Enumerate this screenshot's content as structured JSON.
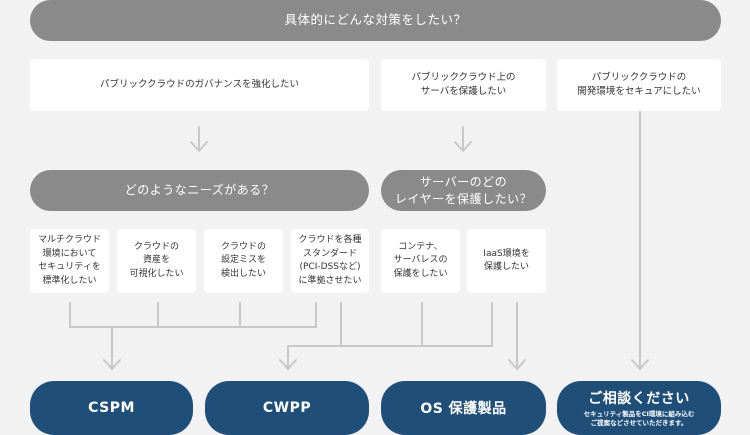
{
  "top_question": "具体的にどんな対策をしたい？",
  "goals": [
    {
      "id": "governance",
      "text": "パブリッククラウドのガバナンスを強化したい"
    },
    {
      "id": "server-protect",
      "text": "パブリッククラウド上の\nサーバを保護したい"
    },
    {
      "id": "secure-dev",
      "text": "パブリッククラウドの\n開発環境をセキュアにしたい"
    }
  ],
  "mid_questions": [
    {
      "id": "needs",
      "text": "どのようなニーズがある？"
    },
    {
      "id": "layer",
      "text": "サーバーのどの\nレイヤーを保護したい？"
    }
  ],
  "needs": [
    {
      "id": "multicloud",
      "text": "マルチクラウド\n環境において\nセキュリティを\n標準化したい"
    },
    {
      "id": "asset-visibility",
      "text": "クラウドの\n資産を\n可視化したい"
    },
    {
      "id": "misconfig",
      "text": "クラウドの\n設定ミスを\n検出したい"
    },
    {
      "id": "standards",
      "text": "クラウドを各種\nスタンダード\n(PCI-DSSなど)\nに準拠させたい"
    },
    {
      "id": "container",
      "text": "コンテナ、\nサーバレスの\n保護をしたい"
    },
    {
      "id": "iaas",
      "text": "IaaS環境を\n保護したい"
    }
  ],
  "products": [
    {
      "id": "cspm",
      "label": "CSPM"
    },
    {
      "id": "cwpp",
      "label": "CWPP"
    },
    {
      "id": "os",
      "label": "OS 保護製品"
    },
    {
      "id": "consult",
      "label": "ご相談ください",
      "sub": "セキュリティ製品をCI環境に組み込む\nご提案などさせていただきます。"
    }
  ],
  "colors": {
    "background": "#f2f2f2",
    "gray_pill": "#8a8a8a",
    "blue_pill": "#1f4e79",
    "connector": "#c8c8c8"
  }
}
